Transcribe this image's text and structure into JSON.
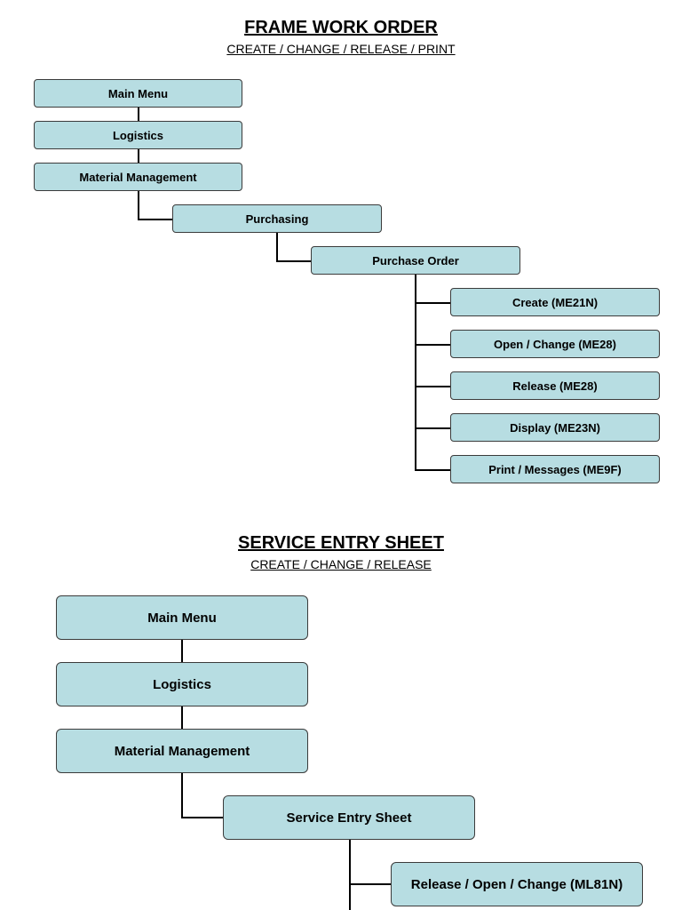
{
  "diagram1": {
    "title": "FRAME WORK ORDER",
    "subtitle": "CREATE / CHANGE / RELEASE / PRINT",
    "main_menu": "Main Menu",
    "logistics": "Logistics",
    "material_management": "Material Management",
    "purchasing": "Purchasing",
    "purchase_order": "Purchase Order",
    "create": "Create (ME21N)",
    "open_change": "Open / Change (ME28)",
    "release": "Release (ME28)",
    "display": "Display (ME23N)",
    "print_messages": "Print / Messages (ME9F)"
  },
  "diagram2": {
    "title": "SERVICE ENTRY SHEET",
    "subtitle": "CREATE / CHANGE / RELEASE",
    "main_menu": "Main Menu",
    "logistics": "Logistics",
    "material_management": "Material Management",
    "service_entry_sheet": "Service Entry Sheet",
    "release_open_change": "Release / Open / Change (ML81N)"
  }
}
